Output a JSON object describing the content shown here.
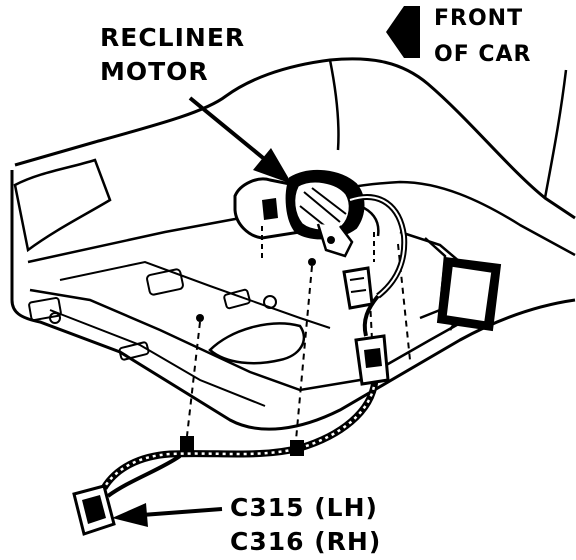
{
  "labels": {
    "recliner_line1": "RECLINER",
    "recliner_line2": "MOTOR",
    "front_line1": "FRONT",
    "front_line2": "OF CAR",
    "conn_lh": "C315 (LH)",
    "conn_rh": "C316 (RH)"
  },
  "colors": {
    "ink": "#000000",
    "paper": "#ffffff"
  }
}
